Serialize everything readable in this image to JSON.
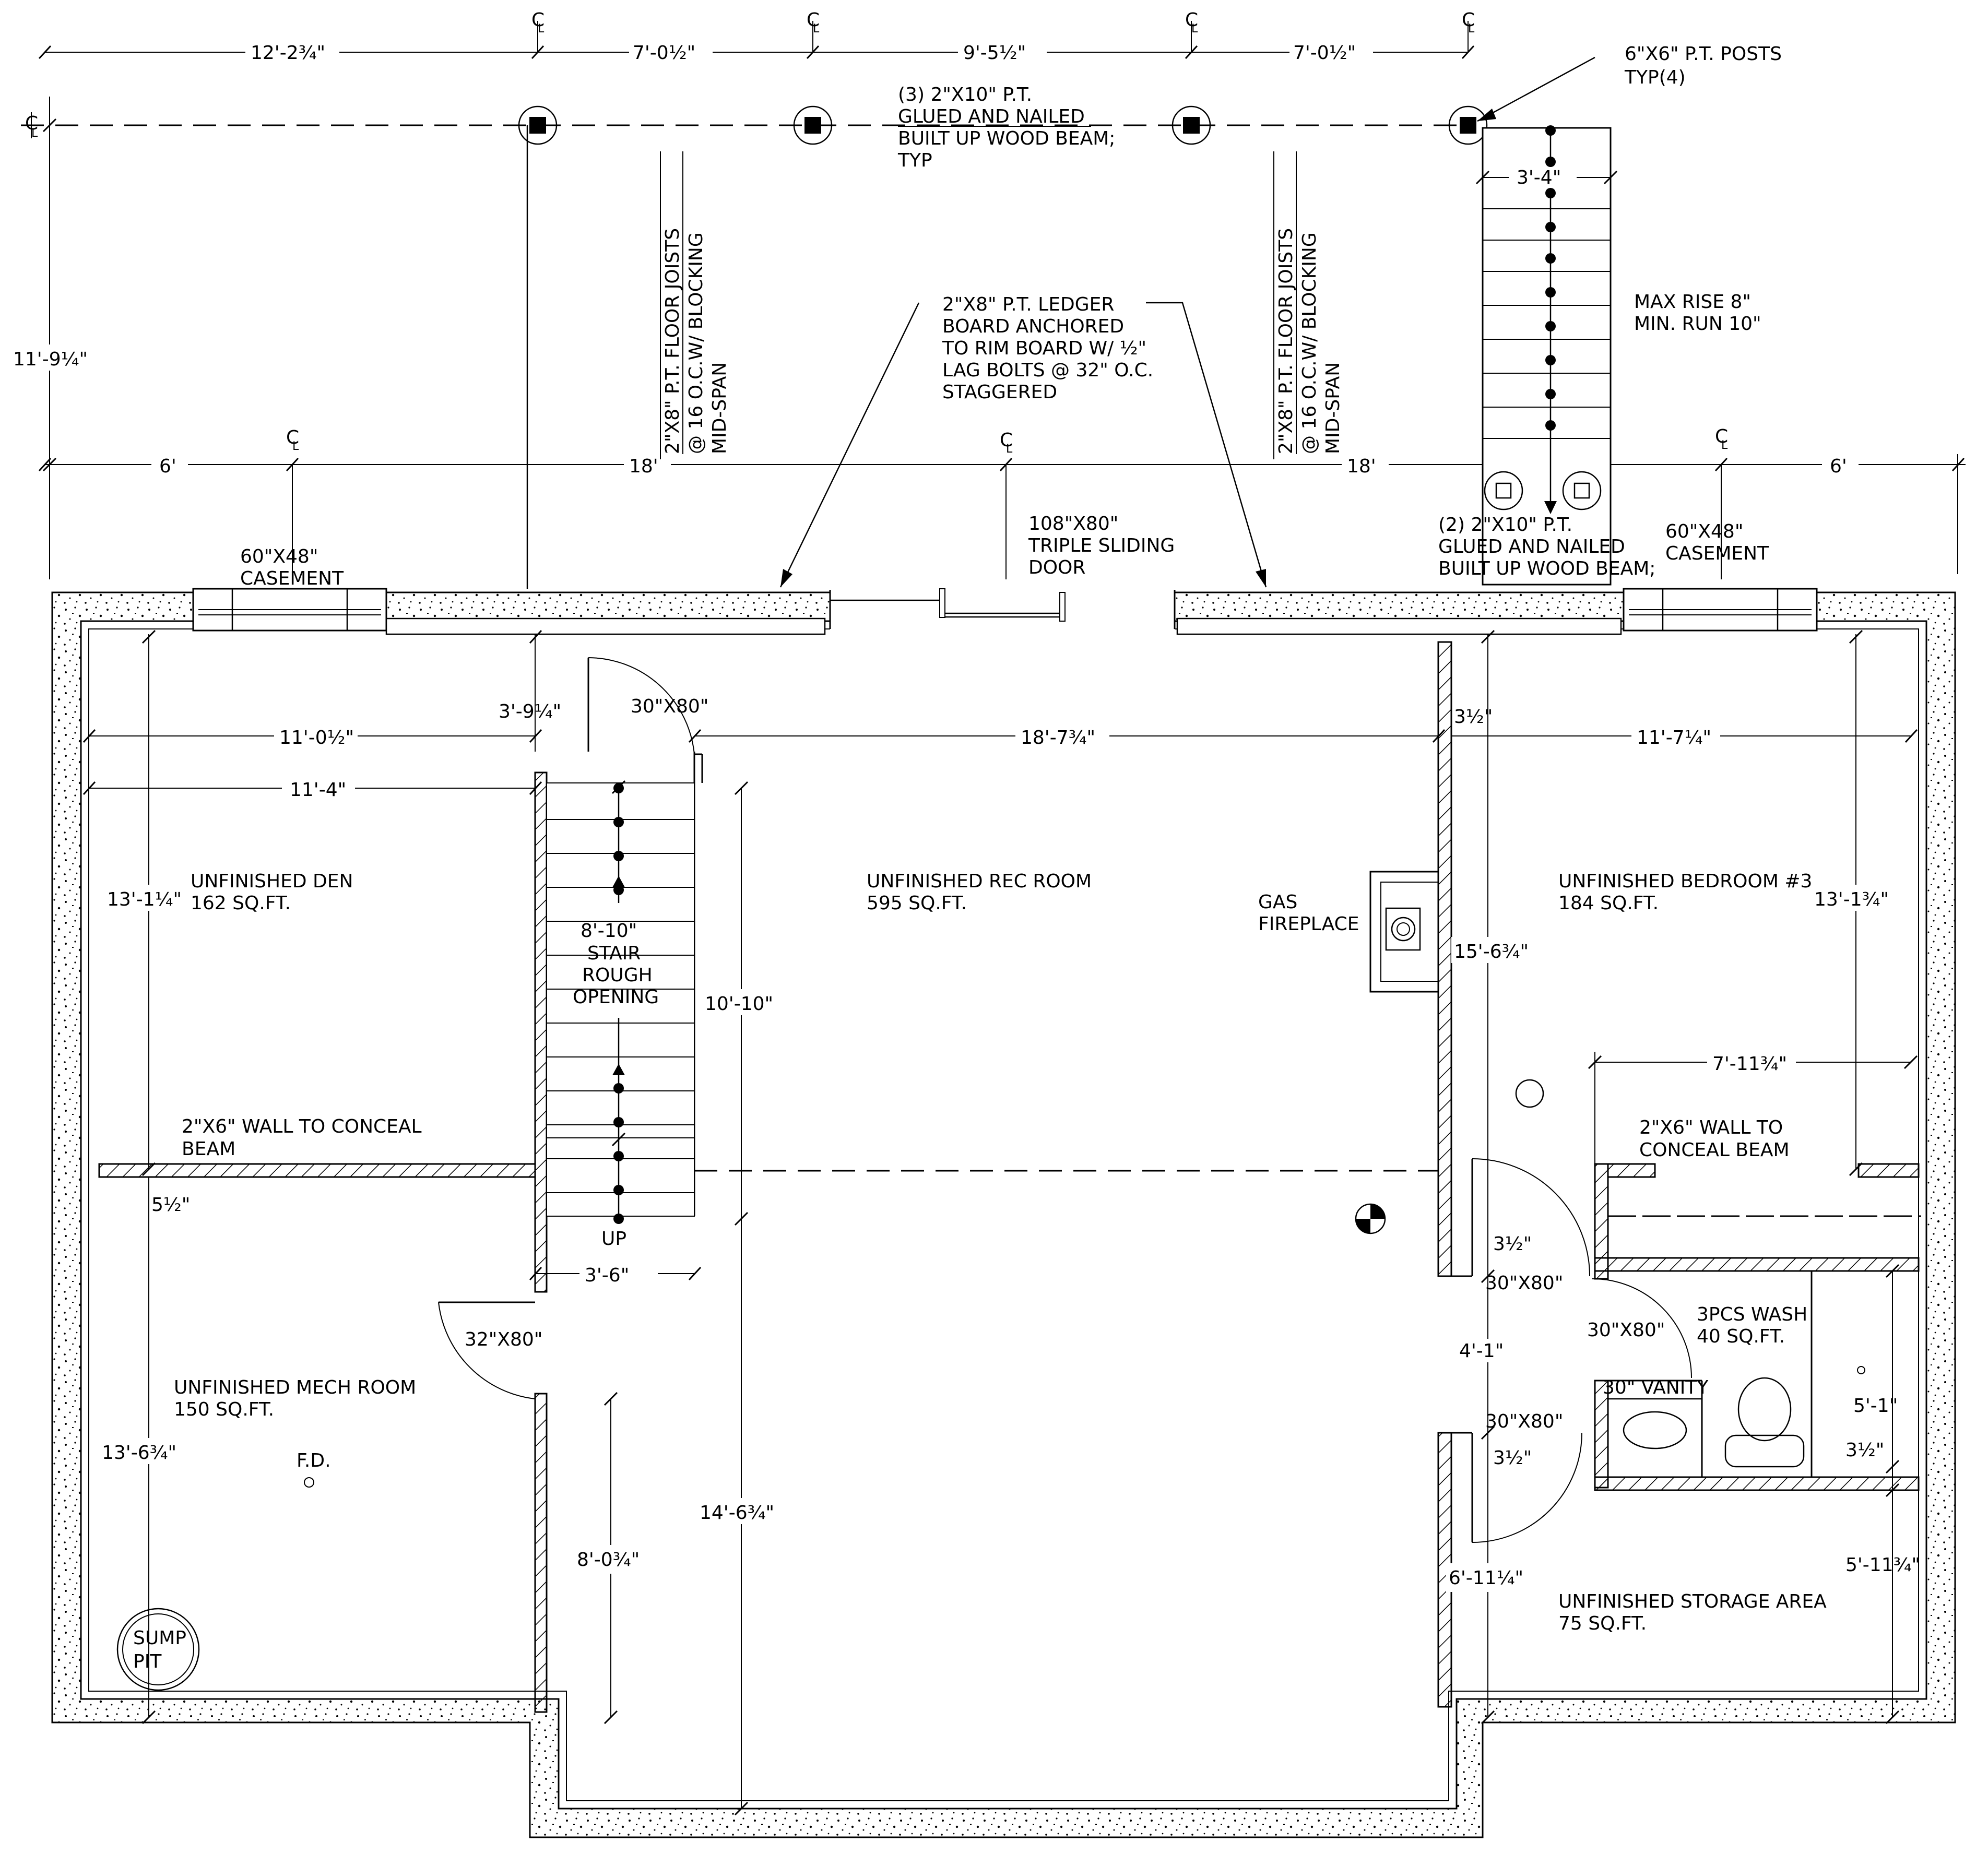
{
  "dimensions": {
    "top_1": "12'-2¾\"",
    "top_2": "7'-0½\"",
    "top_3": "9'-5½\"",
    "top_4": "7'-0½\"",
    "left_vertical": "11'-9¼\"",
    "mid_1": "6'",
    "mid_2": "18'",
    "mid_3": "18'",
    "mid_4": "6'",
    "stair_width_top": "3'-4\"",
    "den_width_1": "11'-0½\"",
    "den_width_2": "11'-4\"",
    "wall_offset": "3'-9¼\"",
    "rec_width": "18'-7¾\"",
    "wall_3_5": "3½\"",
    "bedroom_width": "11'-7¼\"",
    "den_height": "13'-1¼\"",
    "bedroom_height": "13'-1¾\"",
    "stair_depth": "10'-10\"",
    "fireplace_wall": "15'-6¾\"",
    "bedroom_closet": "7'-11¾\"",
    "beam_offset": "5½\"",
    "door_jamb_1": "3½\"",
    "stair_width_bottom": "3'-6\"",
    "mech_height": "13'-6¾\"",
    "rec_lower": "14'-6¾\"",
    "hall_lower": "8'-0¾\"",
    "corridor": "4'-1\"",
    "door_jamb_2": "3½\"",
    "bath_height": "5'-1\"",
    "bath_wall": "3½\"",
    "storage_height": "5'-11¾\"",
    "storage_wall": "6'-11¼\""
  },
  "annotations": {
    "posts": "6\"X6\" P.T. POSTS",
    "posts_typ": "TYP(4)",
    "beam_3_l1": "(3) 2\"X10\" P.T.",
    "beam_3_l2": "GLUED AND NAILED",
    "beam_3_l3": "BUILT UP WOOD BEAM;",
    "beam_3_l4": "TYP",
    "joists_l1": "2\"X8\" P.T. FLOOR JOISTS",
    "joists_l2": "@ 16 O.C.W/ BLOCKING",
    "joists_l3": "MID-SPAN",
    "ledger_l1": "2\"X8\" P.T. LEDGER",
    "ledger_l2": "BOARD ANCHORED",
    "ledger_l3": "TO RIM BOARD W/ ½\"",
    "ledger_l4": "LAG BOLTS @ 32\" O.C.",
    "ledger_l5": "STAGGERED",
    "rise": "MAX RISE 8\"",
    "run": "MIN. RUN 10\"",
    "beam_2_l1": "(2) 2\"X10\" P.T.",
    "beam_2_l2": "GLUED AND NAILED",
    "beam_2_l3": "BUILT UP WOOD BEAM;",
    "slider_l1": "108\"X80\"",
    "slider_l2": "TRIPLE SLIDING",
    "slider_l3": "DOOR",
    "casement_size": "60\"X48\"",
    "casement": "CASEMENT",
    "door_30x80": "30\"X80\"",
    "door_32x80": "32\"X80\"",
    "stair_l1": "8'-10\"",
    "stair_l2": "STAIR",
    "stair_l3": "ROUGH",
    "stair_l4": "OPENING",
    "up": "UP",
    "gas_l1": "GAS",
    "gas_l2": "FIREPLACE",
    "wall_conceal_l1": "2\"X6\" WALL TO CONCEAL",
    "wall_conceal_l2": "BEAM",
    "wall_conceal_r1": "2\"X6\" WALL TO",
    "wall_conceal_r2": "CONCEAL BEAM",
    "vanity": "30\" VANITY",
    "fd": "F.D.",
    "sump_l1": "SUMP",
    "sump_l2": "PIT",
    "cl": "C"
  },
  "rooms": {
    "den_name": "UNFINISHED DEN",
    "den_area": "162 SQ.FT.",
    "rec_name": "UNFINISHED REC ROOM",
    "rec_area": "595 SQ.FT.",
    "bed_name": "UNFINISHED BEDROOM #3",
    "bed_area": "184 SQ.FT.",
    "mech_name": "UNFINISHED MECH ROOM",
    "mech_area": "150 SQ.FT.",
    "bath_name": "3PCS WASH",
    "bath_area": "40 SQ.FT.",
    "storage_name": "UNFINISHED STORAGE AREA",
    "storage_area": "75 SQ.FT."
  }
}
